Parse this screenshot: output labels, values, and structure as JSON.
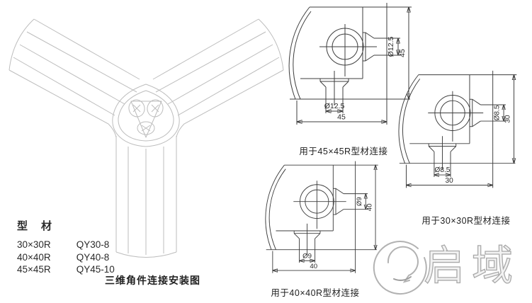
{
  "left_panel": {
    "header": "型　材",
    "rows": [
      {
        "size": "30×30R",
        "part": "QY30-8"
      },
      {
        "size": "40×40R",
        "part": "QY40-8"
      },
      {
        "size": "45×45R",
        "part": "QY45-10"
      }
    ],
    "iso_caption": "三维角件连接安装图"
  },
  "drawings": [
    {
      "profile": "45×45R",
      "bore_label": "Ø12.5",
      "size_label": "45",
      "caption": "用于45×45R型材连接"
    },
    {
      "profile": "30×30R",
      "bore_label": "Ø8.5",
      "size_label": "30",
      "caption": "用于30×30R型材连接"
    },
    {
      "profile": "40×40R",
      "bore_label": "Ø9",
      "size_label": "40",
      "caption": "用于40×40R型材连接"
    }
  ],
  "logo": {
    "text": "启域"
  },
  "colors": {
    "background": "#ffffff",
    "drawing_line": "#3d3d3d",
    "iso_line": "#bdbdbd",
    "text": "#2a2a2a",
    "logo": "#a9a9a9"
  }
}
